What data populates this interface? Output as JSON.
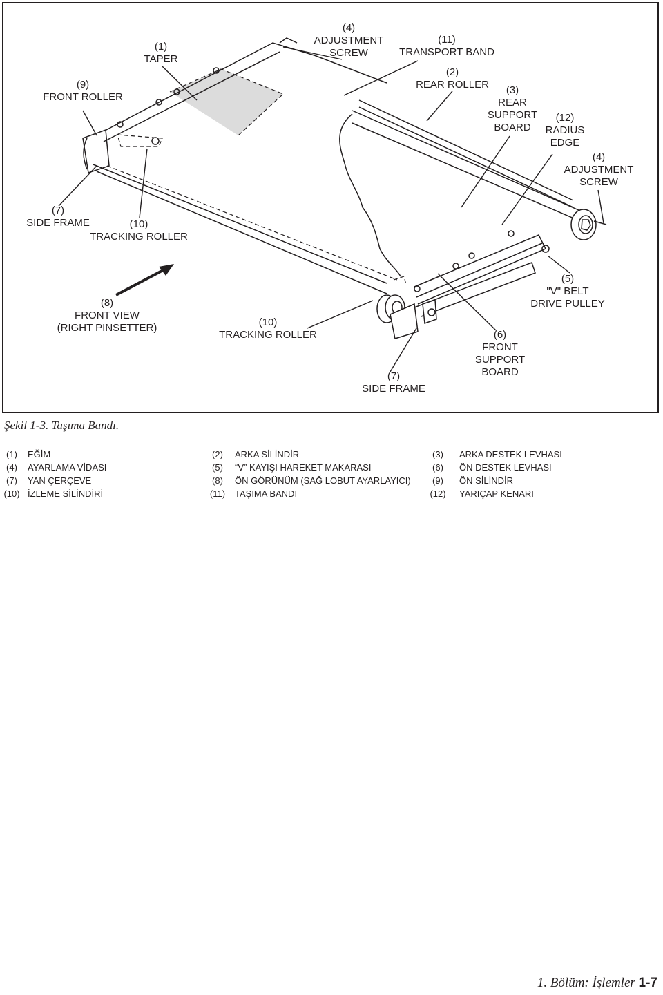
{
  "figure": {
    "callouts": {
      "front_roller": "(9)\nFRONT ROLLER",
      "taper": "(1)\nTAPER",
      "adjustment_screw_top": "(4)\nADJUSTMENT\nSCREW",
      "transport_band": "(11)\nTRANSPORT BAND",
      "rear_roller": "(2)\nREAR ROLLER",
      "rear_support_board": "(3)\nREAR\nSUPPORT\nBOARD",
      "radius_edge": "(12)\nRADIUS\nEDGE",
      "adjustment_screw_right": "(4)\nADJUSTMENT\nSCREW",
      "side_frame_left": "(7)\nSIDE FRAME",
      "tracking_roller_left": "(10)\nTRACKING ROLLER",
      "front_view": "(8)\nFRONT VIEW\n(RIGHT PINSETTER)",
      "tracking_roller_center": "(10)\nTRACKING ROLLER",
      "side_frame_bottom": "(7)\nSIDE FRAME",
      "front_support_board": "(6)\nFRONT\nSUPPORT\nBOARD",
      "v_belt_pulley": "(5)\n\"V\" BELT\nDRIVE PULLEY"
    }
  },
  "caption": "Şekil 1-3. Taşıma Bandı.",
  "legend": [
    [
      {
        "num": "(1)",
        "text": "EĞİM"
      },
      {
        "num": "(2)",
        "text": "ARKA SİLİNDİR"
      },
      {
        "num": "(3)",
        "text": "ARKA DESTEK LEVHASI"
      }
    ],
    [
      {
        "num": "(4)",
        "text": "AYARLAMA VİDASI"
      },
      {
        "num": "(5)",
        "text": "“V” KAYIŞI HAREKET MAKARASI"
      },
      {
        "num": "(6)",
        "text": "ÖN DESTEK LEVHASI"
      }
    ],
    [
      {
        "num": "(7)",
        "text": "YAN ÇERÇEVE"
      },
      {
        "num": "(8)",
        "text": "ÖN GÖRÜNÜM (SAĞ LOBUT AYARLAYICI)"
      },
      {
        "num": "(9)",
        "text": "ÖN SİLİNDİR"
      }
    ],
    [
      {
        "num": "(10)",
        "text": "İZLEME SİLİNDİRİ"
      },
      {
        "num": "(11)",
        "text": "TAŞIMA BANDI"
      },
      {
        "num": "(12)",
        "text": "YARIÇAP KENARI"
      }
    ]
  ],
  "footer": {
    "chapter": "1. Bölüm: İşlemler",
    "page": "1-7"
  }
}
